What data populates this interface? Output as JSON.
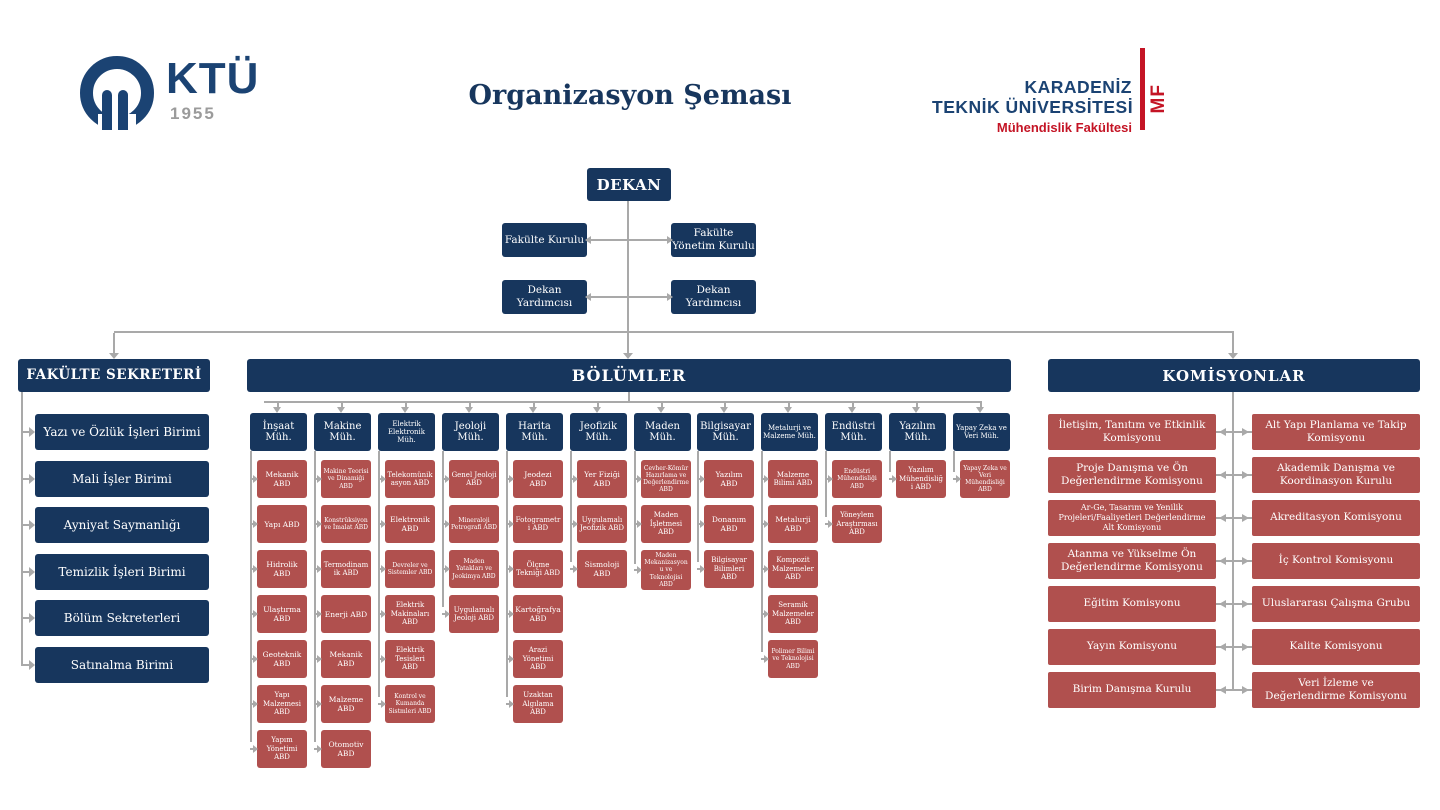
{
  "header": {
    "title": "Organizasyon Şeması",
    "logo_left": {
      "text": "KTÜ",
      "year": "1955"
    },
    "logo_right": {
      "line1": "KARADENİZ",
      "line2": "TEKNİK ÜNİVERSİTESİ",
      "line3": "Mühendislik Fakültesi",
      "badge": "MF"
    }
  },
  "top": {
    "dekan": "DEKAN",
    "fakulte_kurulu": "Fakülte Kurulu",
    "fakulte_yonetim_kurulu": "Fakülte Yönetim Kurulu",
    "dekan_yardimcisi_1": "Dekan Yardımcısı",
    "dekan_yardimcisi_2": "Dekan Yardımcısı"
  },
  "sekreter": {
    "title": "FAKÜLTE SEKRETERİ",
    "items": [
      "Yazı ve Özlük İşleri Birimi",
      "Mali İşler Birimi",
      "Ayniyat Saymanlığı",
      "Temizlik İşleri Birimi",
      "Bölüm Sekreterleri",
      "Satınalma Birimi"
    ]
  },
  "bolumler": {
    "title": "BÖLÜMLER",
    "columns": [
      {
        "head": "İnşaat Müh.",
        "children": [
          "Mekanik ABD",
          "Yapı ABD",
          "Hidrolik ABD",
          "Ulaştırma ABD",
          "Geoteknik ABD",
          "Yapı Malzemesi ABD",
          "Yapım Yönetimi ABD"
        ]
      },
      {
        "head": "Makine Müh.",
        "children": [
          "Makine Teorisi ve Dinamiği ABD",
          "Konstrüksiyon ve İmalat ABD",
          "Termodinamik ABD",
          "Enerji ABD",
          "Mekanik ABD",
          "Malzeme ABD",
          "Otomotiv ABD"
        ]
      },
      {
        "head": "Elektrik Elektronik Müh.",
        "children": [
          "Telekomünikasyon ABD",
          "Elektronik ABD",
          "Devreler ve Sistemler ABD",
          "Elektrik Makinaları ABD",
          "Elektrik Tesisleri ABD",
          "Kontrol ve Kumanda Sistmleri ABD"
        ]
      },
      {
        "head": "Jeoloji Müh.",
        "children": [
          "Genel Jeoloji ABD",
          "Mineraloji Petrografi ABD",
          "Maden Yatakları ve Jeokimya ABD",
          "Uygulamalı Jeoloji ABD"
        ]
      },
      {
        "head": "Harita Müh.",
        "children": [
          "Jeodezi ABD",
          "Fotogrametri ABD",
          "Ölçme Tekniği ABD",
          "Kartoğrafya ABD",
          "Arazi Yönetimi ABD",
          "Uzaktan Algılama ABD"
        ]
      },
      {
        "head": "Jeofizik Müh.",
        "children": [
          "Yer Fiziği ABD",
          "Uygulamalı Jeofizik ABD",
          "Sismoloji ABD"
        ]
      },
      {
        "head": "Maden Müh.",
        "children": [
          "Cevher-Kömür Hazırlama ve Değerlendirme ABD",
          "Maden İşletmesi ABD",
          "Maden Mekanizasyonu ve Teknolojisi ABD"
        ]
      },
      {
        "head": "Bilgisayar Müh.",
        "children": [
          "Yazılım ABD",
          "Donanım ABD",
          "Bilgisayar Bilimleri ABD"
        ]
      },
      {
        "head": "Metalurji ve Malzeme Müh.",
        "children": [
          "Malzeme Bilimi ABD",
          "Metalurji ABD",
          "Kompozit Malzemeler ABD",
          "Seramik Malzemeler ABD",
          "Polimer Bilimi ve Teknolojisi ABD"
        ]
      },
      {
        "head": "Endüstri Müh.",
        "children": [
          "Endüstri Mühendisliği ABD",
          "Yöneylem Araştırması ABD"
        ]
      },
      {
        "head": "Yazılım Müh.",
        "children": [
          "Yazılım Mühendisliği ABD"
        ]
      },
      {
        "head": "Yapay Zeka ve Veri Müh.",
        "children": [
          "Yapay Zeka ve Veri Mühendisliği ABD"
        ]
      }
    ]
  },
  "komisyonlar": {
    "title": "KOMİSYONLAR",
    "rows": [
      {
        "left": "İletişim, Tanıtım ve Etkinlik Komisyonu",
        "right": "Alt Yapı Planlama ve Takip Komisyonu"
      },
      {
        "left": "Proje Danışma ve Ön Değerlendirme Komisyonu",
        "right": "Akademik Danışma ve Koordinasyon Kurulu"
      },
      {
        "left": "Ar-Ge, Tasarım ve Yenilik Projeleri/Faaliyetleri Değerlendirme Alt Komisyonu",
        "right": "Akreditasyon Komisyonu"
      },
      {
        "left": "Atanma ve Yükselme Ön Değerlendirme Komisyonu",
        "right": "İç Kontrol Komisyonu"
      },
      {
        "left": "Eğitim Komisyonu",
        "right": "Uluslararası Çalışma Grubu"
      },
      {
        "left": "Yayın Komisyonu",
        "right": "Kalite Komisyonu"
      },
      {
        "left": "Birim Danışma Kurulu",
        "right": "Veri İzleme ve Değerlendirme Komisyonu"
      }
    ]
  },
  "colors": {
    "navy": "#17365d",
    "red": "#b0504e",
    "line": "#a9a9a9",
    "logo_red": "#c41425",
    "logo_navy": "#1b4373",
    "year_gray": "#9b9b9b"
  }
}
